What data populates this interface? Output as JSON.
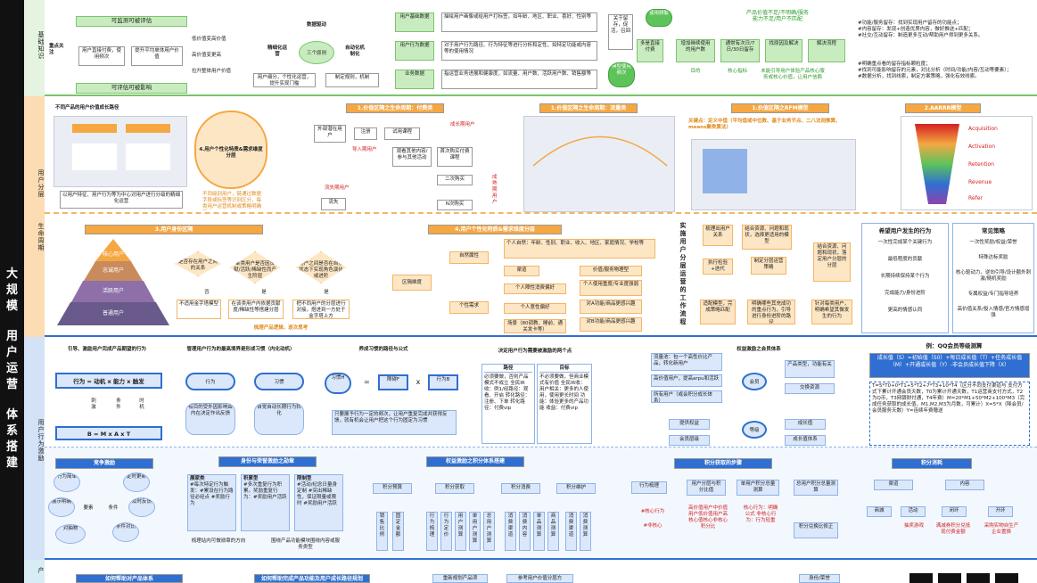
{
  "sidebar": {
    "main_title": "大规模用户运营体系搭建",
    "chars": [
      "大",
      "规",
      "模",
      "",
      "用",
      "户",
      "运",
      "营",
      "",
      "体",
      "系",
      "搭",
      "建"
    ]
  },
  "sections": {
    "basics": "基础知识",
    "layer": "用户分层",
    "lifecycle": "生命周期",
    "incentive": "用户行为激励",
    "product": "产"
  },
  "basics": {
    "key_focus": "重点关注",
    "measurable": "可监测可被评估",
    "user_level": "用户直接付费，使用频次",
    "raise_value": "提升平均单体用户价值",
    "low_value": "低价值变高价值",
    "high_value": "高价值变更高",
    "pull_value": "拉升整体用户价值",
    "evaluable": "可评估可被影响",
    "data_driven": "数据驱动",
    "three_principles": "三个原则",
    "refined": "精细化运营",
    "automated": "自动化机制化",
    "user_seg": "用户细分，个性化运营，提升实现门槛",
    "system_rules": "制定规则，机制",
    "basic_data": "用户基础数据",
    "basic_data_desc": "描绘用户画像或给用户打标签，如年龄、地区、职业、喜好、性别等",
    "behavior_data": "用户行为数据",
    "behavior_data_desc": "对于用户行为路径、行为特征等进行分析和定性，如特定功能或内容等的使用情况",
    "business_data": "业务数据",
    "business_data_desc": "指运营业务进展和健康度，如流量、用户数、活跃用户数、销售额等",
    "retention": "关于留存，促活，召回",
    "use_freq": "使用频繁",
    "mostly_paid": "多是直接付费",
    "typical_use": "典型使用频次",
    "daily_retention": "增加继续使用的用户数",
    "retention_rate": "通常有次日/7日/30日留存",
    "find_reason": "找原因及解决",
    "solve_flow": "解决流程",
    "goal": "目的",
    "core_metric": "核心指标",
    "product_value": "产品价值不足/不明确/服务能力不足/用户不匹配",
    "not_guided": "未能引导用户体验产品核心服务或核心价值，让用户信赖",
    "right_text1": "#功能/服务留存：找到实现用户留存的功能点；",
    "right_text2": "#内容留存：发现+创造优质内容，做好推送+匹配；",
    "right_text3": "#社交/互动留存：制造更多互动/帮助用户得到更多关系。",
    "right_text4": "#明确重点看的留存指标颗粒度；",
    "right_text5": "#找到可能影响留存的元素，对比分析（时间/功能/内容/互动等要素）；",
    "right_text6": "#数据分析，找到线索，制定方案策略，强化有效线索。"
  },
  "layer": {
    "title_diff_value": "不同产品的用户价值成长路径",
    "caption_diff": "以用户特征、用户行为等为中心对用户进行分级的精细化运营",
    "bubble_text": "4.用户个性化特质&需求维度分层",
    "note_diff": "不同级别用户，链通过数据字段或标签等识别区分，每类用户运营机制或策略明确确立",
    "lifecycle_title": "1.价值区隔之生命周期：付费类",
    "ext_user": "外部潜在用户",
    "register": "注册",
    "trial": "试用课程",
    "growth_user": "成长期用户",
    "import_user": "导入期用户",
    "view_course": "观看其他内容/参与其他活动",
    "first_purchase": "首次购买付费课程",
    "second_purchase": "二次购买",
    "n_purchase": "N次购买",
    "lost_user": "流失期用户",
    "lost": "流失",
    "mature_user": "成熟期用户",
    "flow_title": "1.价值区隔之生命周期：流量类",
    "rfm_title": "1.价值区隔之RFM模型",
    "rfm_key": "关键点：定义中值（平均值或中位数、基于业务节点、二八法则推算、means聚类算法）",
    "aarrr_title": "2.AARRR模型",
    "aarrr_items": [
      "Acquisition",
      "Activation",
      "Retention",
      "Revenue",
      "Refer"
    ]
  },
  "lifecycle": {
    "identity_title": "3.用户身份区隔",
    "pyramid": [
      "核心用户",
      "忠诚用户",
      "活跃用户",
      "普通用户"
    ],
    "decision1": "是否存在用户之间的关系",
    "decision2": "某类用户是否因贡献/活跃/稀缺性而产生阶层",
    "decision3": "用户之间是否在自然状态下实现角色演化或进阶",
    "no": "否",
    "yes": "是",
    "result1": "不适用金字塔模型",
    "result2": "在该类用户内依据贡献度/稀缺性等搭建分层",
    "result3": "把不同用户的分层进行对接，搭进到一方处于金字塔上方",
    "caption": "梳理产品逻辑，逐次思考",
    "individual_title": "4.用户个性化特质&需求维度分层",
    "segment_dim": "区隔维度",
    "natural_attr": "自然属性",
    "personal_info": "个人自然：年龄、性别、职业、收入、地区、家庭情况、学校等",
    "channel": "渠道",
    "value_type": "价值/服务物理型",
    "personal_need": "个性需求",
    "personal_pref": "个人障性消费偏好",
    "personal_high": "个人使用重度/专业度强弱",
    "personal_hobby": "个人意性偏好",
    "a_func": "对A功能/商品更感兴趣",
    "scene": "场景（80调教、睡前、通关发卡等）",
    "b_func": "对B功能/商品更感兴趣",
    "implement": "实施用户分层运营的工作流程",
    "sort_user": "梳理出用户关系",
    "combine": "结合资源、问题和现状，选择更适用的模型",
    "execute": "执行检验+迭代",
    "strategy": "制定分层运营策略",
    "combine_business": "结合资源、问题和现状，落定用户分层的分层",
    "fix": "适配模型，完成策略匹配",
    "bright": "明确哪些其充成功的重点行为，引导进行身份进阶的路径",
    "target": "针对每类用户，明确希望其做发生的行为",
    "hope_title": "希望用户发生的行为",
    "strategy_title": "常见策略",
    "hope_items": [
      "一次性完成某个关键行为",
      "最低程度的贡献",
      "长期持续保持某个行为",
      "完成能力/身份进阶",
      "更高的情感认同"
    ],
    "strategy_items": [
      "一次性奖励/权益/荣誉",
      "特殊达标奖励",
      "核心驱动力，逆向引导/设计额外刺激/随机奖励",
      "专属权益/专门指导培养",
      "高价值关系/投入情感/官方情感增强"
    ]
  },
  "incentive": {
    "guide_title": "引导、激励用户完成产品期望的行为",
    "formula": "行为 = 动机 x 能力 x 触发",
    "motivation": "刺激",
    "condition": "条件",
    "timing": "时机",
    "bmat": "B = M x A x T",
    "habit_title": "管理用户行为的最高境界是形成习惯（内化动机）",
    "behavior": "行为",
    "habit": "习惯",
    "outside": "有目的受外因影响由内在决定作出反馈",
    "self_drive": "自觉自动长期行为转化",
    "path_title": "养成习惯的路径与公式",
    "habit_h": "习惯H",
    "obstacle": "障碍F",
    "behavior_b": "行为B",
    "habit_note": "只要展予行为一定的频次，让用户重复完成并获得反馈，就有机会让用户把这个行为固定为习惯",
    "two_points_title": "决定用户行为需要被激励的两个点",
    "route_head": "路径",
    "target_head": "目标",
    "route_body": "必须要做，否则产品模式不成立 全民IR收：例1/经路径：观看、开启 转化路径：注册、下单 转化路径：付费vip",
    "target_body": "不必须要做，但商业模式有价值 全民IR收：用户相关：更多的人使用，使用更长时间 功能：体验更多的产品功能 收益：付费vip",
    "equity_title": "权益激励之会员体系",
    "free_user": "流量池：包一个高性价比产品，转化新用户",
    "high_value": "高价值用户，提高arpu和活跃",
    "all_users": "所有用户（或会积分成长体系）",
    "member": "会员",
    "product_func": "产品类型，功能有关",
    "exchange": "交换资源",
    "level": "等级",
    "provide_rights": "提供权益",
    "member_level": "会员层级",
    "growth_value": "成长值",
    "growth_level": "成长值体系",
    "qq_title": "例：QQ会员等级测算",
    "qq_formula": "成长值（S）=初始值（S0）+每日成长值（T）+任务成长值（M）+开通或长值（Y）-非会员成长值下降（X）",
    "qq_detail": "T=5*T0+0*T1+5*T2+7*T3+10*T4（区分不同支付渠道与 支付方式下累计开通会员天数，T0为累计开通天数，T1运营商支付方式，T2为Q币，T3网银财付通，T4年费）M=20*M1+50*M2+100*M3（完成任务获取的成长值，M1,M2,M3为月数，可累计）X=5*X（降会员/会员服务天数）Y=连续年费赠送",
    "compete_title": "竞争激励",
    "action_simple": "行为简单",
    "show_reward": "展示明确",
    "element": "要素",
    "condition_lbl": "条件",
    "daily": "定时更新",
    "feedback": "及时反馈",
    "compare": "条件对比",
    "reward_obj": "对抽物",
    "identity_title": "身份与荣誉激励之勋章",
    "exhibit": "展家类",
    "exhibit_desc": "#每次特定行为触发：#累设在行为路径必经点 #奖励行为",
    "accumulate": "积累型",
    "accumulate_desc": "#多次重复行为积累。奖励重复行为：#奖励用户活跃",
    "limited": "限制型",
    "limited_desc": "#活动/纪念日量身定制 #突出稀缺性，保证限量或限时 #奖励用户活跃",
    "medal_note1": "梳理站内可做勋章的方向",
    "medal_note2": "围绕产品功能模块围绕内容或服务类型",
    "points_title": "权益激励之积分体系搭建",
    "points_budget": "积分预算",
    "points_get": "积分获取",
    "points_consume": "积分消费",
    "points_maintain": "积分维护",
    "budget_items": [
      "销售比例",
      "固定金额"
    ],
    "get_items": [
      "行为梳理",
      "行为定价",
      "用户测算",
      "单用户测算",
      "总用户测算"
    ],
    "consume_items": [
      "消费渠道",
      "消费内容",
      "单品测算",
      "商品测算"
    ],
    "maintain_items": [
      "消费渠道",
      "消费测算"
    ],
    "acquire_title": "积分获取的步骤",
    "behavior_sort": "行为梳理",
    "user_points": "用户分层与积分比值",
    "single_user": "单用户积分总量测算",
    "total_user": "总用户积分总量测算",
    "core_behavior": "#核心行为",
    "non_core": "#非核心",
    "high_value_users": "高价值用户中价值用户低价值用户高核心值核心非核心积分比",
    "core_detail": "核心行为：明确公式 非核心行为：行为轻重",
    "points_exchange": "积分兑换比修正",
    "consume_title": "积分消耗",
    "channel": "渠道",
    "content": "内容",
    "mall": "商城",
    "activity": "活动",
    "closed_loop": "闭环",
    "open_loop": "开环",
    "lottery": "抽奖游戏",
    "full_reduce": "满减券积分兑抵现付费金额",
    "buy_goods": "采购实物自生产企业置换"
  },
  "bottom": {
    "b1": "如何帮助对产品体系",
    "b2": "如何帮助完成产品功能及用户成长路径规划",
    "b3": "重新规划产品项",
    "b4": "参考用户价值分层方",
    "b5": "身份/荣誉"
  }
}
